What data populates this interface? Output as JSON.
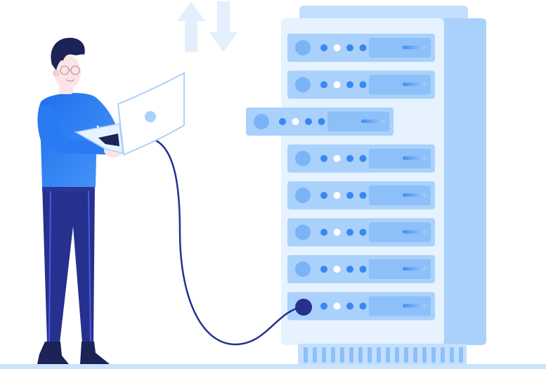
{
  "illustration": {
    "subject": "person-with-laptop-connected-to-server-rack",
    "rack": {
      "unit_count": 8,
      "ejected_unit_index": 2,
      "connected_unit_index": 7
    },
    "icons": {
      "transfer": "up-down-arrows-icon",
      "person": "person-icon",
      "laptop": "laptop-icon",
      "cable": "network-cable-icon",
      "server": "server-rack-icon"
    },
    "colors": {
      "rack_back": "#a9d1fb",
      "rack_face": "#e6f2fe",
      "unit": "#a9d1fb",
      "accent_blue": "#3987f3",
      "navy": "#26308e",
      "skin": "#fbe4e8",
      "hair": "#1b2357",
      "arrows": "#e3effc",
      "ground": "#cbe3fb"
    }
  }
}
